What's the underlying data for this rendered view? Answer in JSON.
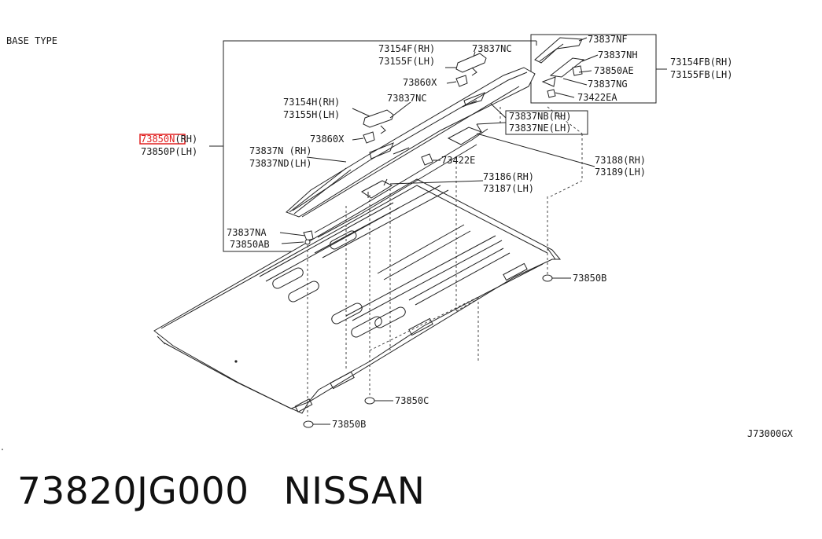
{
  "header": {
    "base_type": "BASE TYPE"
  },
  "diagram_code": "J73000GX",
  "footer": {
    "part_number": "73820JG000",
    "brand": "NISSAN"
  },
  "highlight_color": "#e02020",
  "labels": {
    "l_73850N": "73850N(RH)",
    "l_73850N_pre": "73850N",
    "l_73850N_suf": "(RH)",
    "l_73850P": "73850P(LH)",
    "l_73154F": "73154F(RH)",
    "l_73155F": "73155F(LH)",
    "l_73837NC_a": "73837NC",
    "l_73860X_a": "73860X",
    "l_73154H": "73154H(RH)",
    "l_73155H": "73155H(LH)",
    "l_73837NC_b": "73837NC",
    "l_73860X_b": "73860X",
    "l_73837N": "73837N (RH)",
    "l_73837ND": "73837ND(LH)",
    "l_73837NA": "73837NA",
    "l_73850AB": "73850AB",
    "l_73837NF": "73837NF",
    "l_73837NH": "73837NH",
    "l_73850AE": "73850AE",
    "l_73837NG": "73837NG",
    "l_73422EA": "73422EA",
    "l_73154FB": "73154FB(RH)",
    "l_73155FB": "73155FB(LH)",
    "l_73837NB": "73837NB(RH)",
    "l_73837NE": "73837NE(LH)",
    "l_73188": "73188(RH)",
    "l_73189": "73189(LH)",
    "l_73422E": "73422E",
    "l_73186": "73186(RH)",
    "l_73187": "73187(LH)",
    "l_73850B_r": "73850B",
    "l_73850C": "73850C",
    "l_73850B_b": "73850B"
  }
}
